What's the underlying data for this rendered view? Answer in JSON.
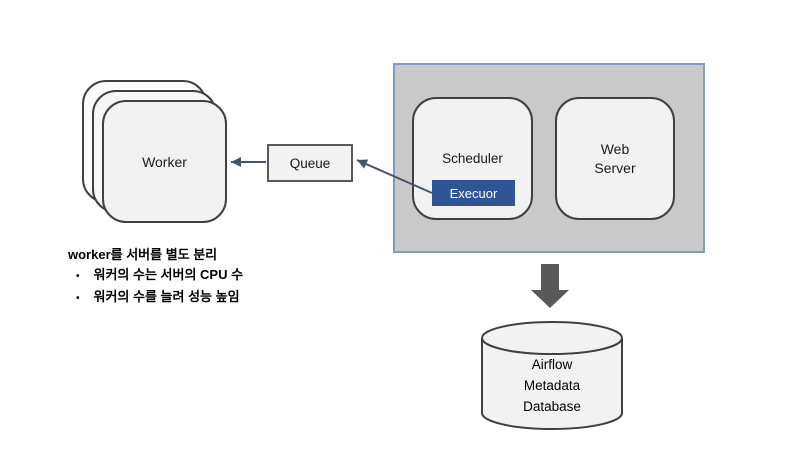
{
  "nodes": {
    "worker": {
      "label": "Worker"
    },
    "queue": {
      "label": "Queue"
    },
    "scheduler": {
      "label": "Scheduler"
    },
    "executor": {
      "label": "Execuor",
      "fill": "#2f5597",
      "text_color": "#ffffff"
    },
    "web_server": {
      "label": "Web\nServer"
    },
    "database": {
      "label": "Airflow\nMetadata\nDatabase"
    }
  },
  "notes": {
    "title": "worker를 서버를 별도 분리",
    "bullet_char": "•",
    "items": [
      "워커의 수는 서버의 CPU 수",
      "워커의 수를 늘려 성능 높임"
    ]
  },
  "colors": {
    "node_fill": "#f2f2f2",
    "node_border": "#404040",
    "container_fill": "#c9c9c9",
    "container_border": "#7f9cc4",
    "queue_border": "#595959",
    "executor_fill": "#2f5597",
    "thin_arrow": "#44546a",
    "block_arrow": "#595959",
    "background": "#ffffff"
  }
}
